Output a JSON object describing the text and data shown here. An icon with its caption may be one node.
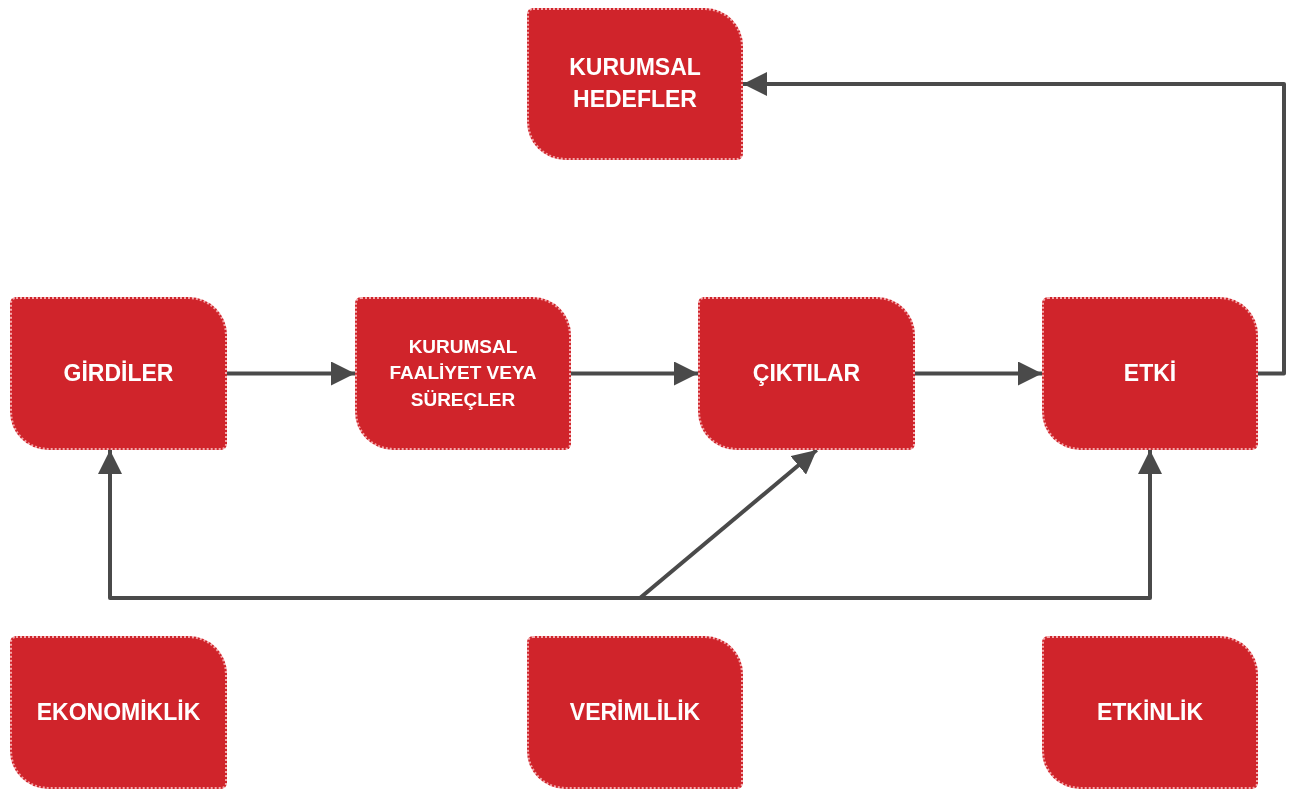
{
  "diagram": {
    "nodes": [
      {
        "text": [
          "KURUMSAL HEDEFLER"
        ]
      },
      {
        "text": [
          "GİRDİLER"
        ]
      },
      {
        "text": [
          "KURUMSAL FAALİYET VEYA SÜREÇLER"
        ]
      },
      {
        "text": [
          "ÇIKTILAR"
        ]
      },
      {
        "text": [
          "ETKİ"
        ]
      },
      {
        "text": [
          "EKONOMİKLİK"
        ]
      },
      {
        "text": [
          "VERİMLİLİK"
        ]
      },
      {
        "text": [
          "ETKİNLİK"
        ]
      }
    ],
    "edges": [
      {
        "from": 1,
        "to": 2,
        "arrow": "to"
      },
      {
        "from": 2,
        "to": 3,
        "arrow": "to"
      },
      {
        "from": 3,
        "to": 4,
        "arrow": "to"
      },
      {
        "from": 4,
        "to": 0,
        "arrow": "to"
      },
      {
        "from": null,
        "to": 1,
        "arrow": "to"
      },
      {
        "from": null,
        "to": 3,
        "arrow": "to"
      },
      {
        "from": null,
        "to": 4,
        "arrow": "to"
      }
    ]
  }
}
